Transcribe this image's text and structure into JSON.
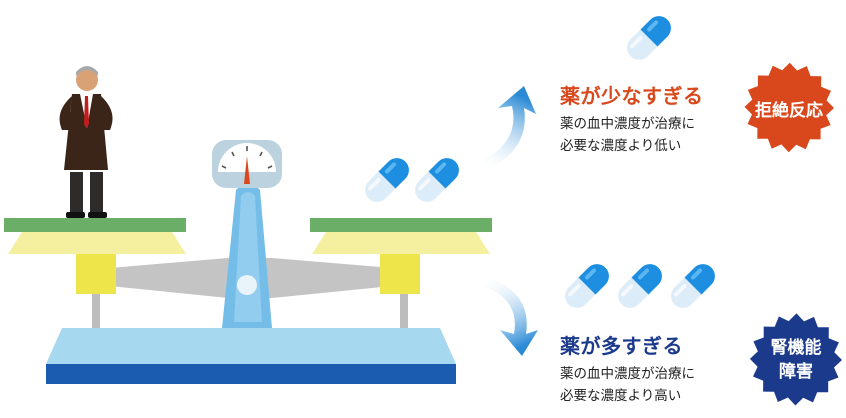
{
  "colors": {
    "too_little": "#d9481c",
    "too_much": "#1b3a8c",
    "body_text": "#222222",
    "capsule_blue": "#1d8ee0",
    "capsule_light": "#dcecf8",
    "pan_green": "#6aae67",
    "pan_yellow": "#f4f0a0",
    "post_yellow": "#ede54a",
    "beam_gray": "#c4c4c4",
    "pillar_blue": "#74bde8",
    "base_light": "#a6d8f0",
    "base_dark": "#1b5bb0",
    "arrow_blue": "#2a8ad6"
  },
  "icons": [
    "businessman-figure",
    "balance-scale",
    "dial-gauge",
    "capsule-icon",
    "curved-arrow-icon",
    "burst-badge"
  ],
  "too_little": {
    "heading": "薬が少なすぎる",
    "desc_line1": "薬の血中濃度が治療に",
    "desc_line2": "必要な濃度より低い",
    "badge": "拒絶反応"
  },
  "too_much": {
    "heading": "薬が多すぎる",
    "desc_line1": "薬の血中濃度が治療に",
    "desc_line2": "必要な濃度より高い",
    "badge_line1": "腎機能",
    "badge_line2": "障害"
  }
}
